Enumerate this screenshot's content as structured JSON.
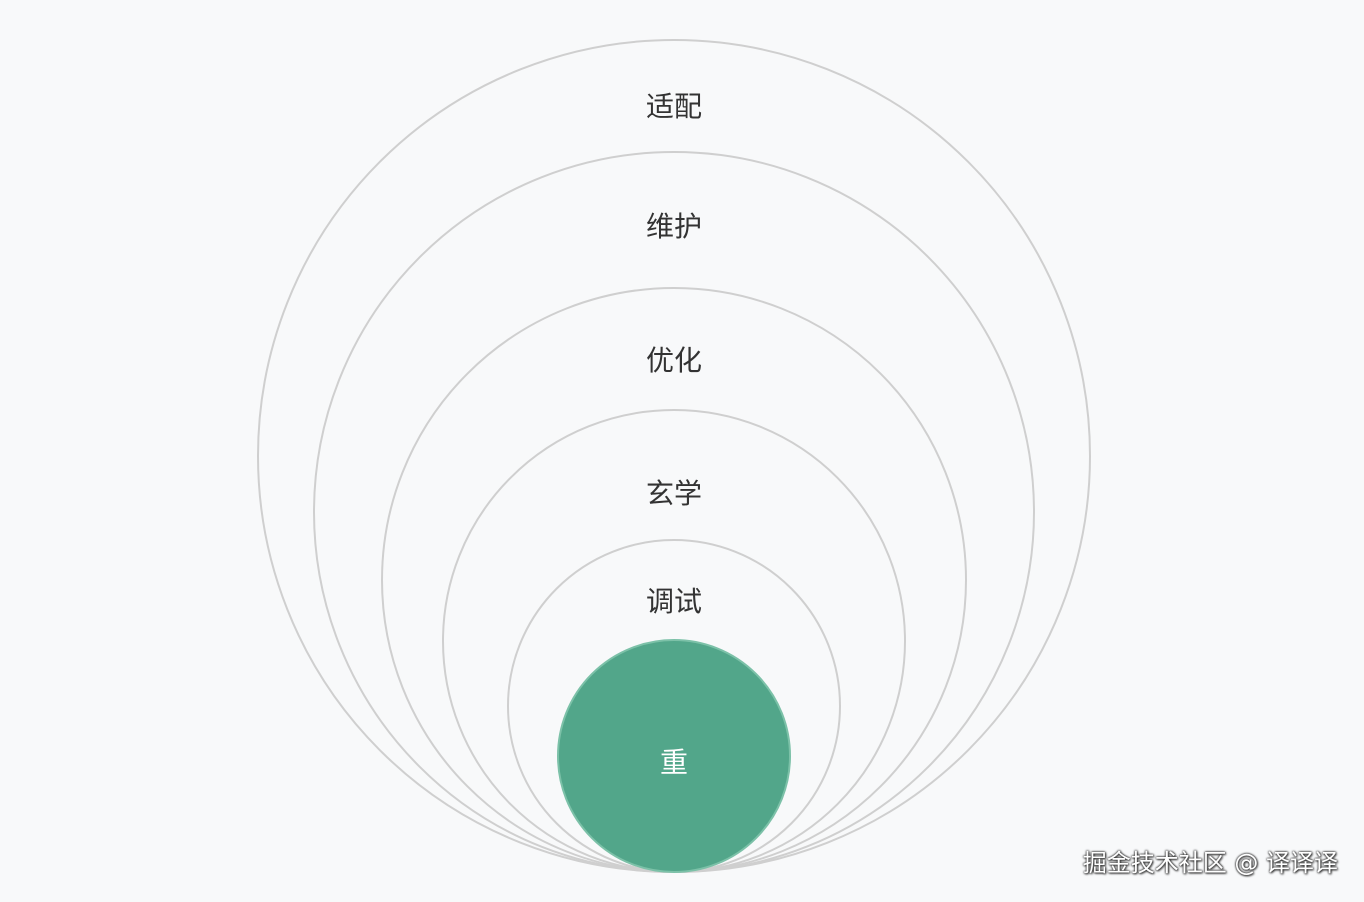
{
  "diagram": {
    "layers": [
      {
        "label": "适配"
      },
      {
        "label": "维护"
      },
      {
        "label": "优化"
      },
      {
        "label": "玄学"
      },
      {
        "label": "调试"
      }
    ],
    "core": {
      "label": "重"
    }
  },
  "colors": {
    "core_fill": "#52a68a",
    "ring_stroke": "#cfcfcf",
    "background": "#f8f9fa"
  },
  "watermark": "掘金技术社区 @ 译译译"
}
